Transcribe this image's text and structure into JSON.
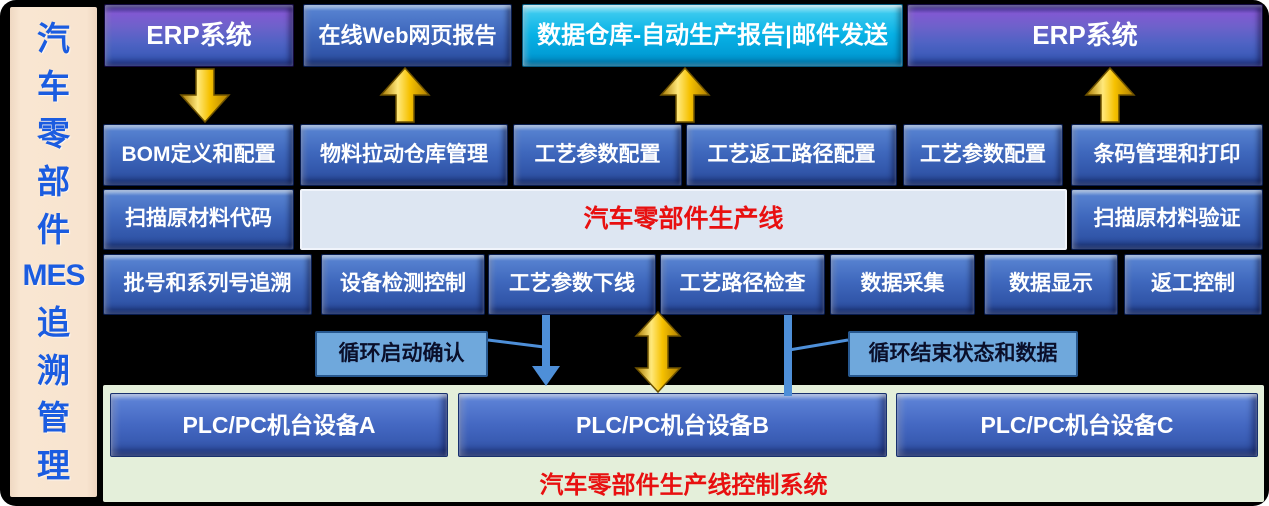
{
  "sidebar": {
    "title": "汽车零部件MES追溯管理",
    "chars": [
      "汽",
      "车",
      "零",
      "部",
      "件",
      "MES",
      "追",
      "溯",
      "管",
      "理"
    ]
  },
  "top_row": {
    "erp_left": "ERP系统",
    "web_report": "在线Web网页报告",
    "data_warehouse": "数据仓库-自动生产报告|邮件发送",
    "erp_right": "ERP系统"
  },
  "config_row": {
    "bom": "BOM定义和配置",
    "material_warehouse": "物料拉动仓库管理",
    "process_param_1": "工艺参数配置",
    "rework_path": "工艺返工路径配置",
    "process_param_2": "工艺参数配置",
    "barcode": "条码管理和打印"
  },
  "line_row": {
    "scan_material_code": "扫描原材料代码",
    "production_line": "汽车零部件生产线",
    "scan_material_verify": "扫描原材料验证"
  },
  "exec_row": {
    "batch_serial_trace": "批号和系列号追溯",
    "device_detect_control": "设备检测控制",
    "process_param_offline": "工艺参数下线",
    "process_route_check": "工艺路径检查",
    "data_collect": "数据采集",
    "data_display": "数据显示",
    "rework_control": "返工控制"
  },
  "connectors": {
    "cycle_start_confirm": "循环启动确认",
    "cycle_end_status": "循环结束状态和数据"
  },
  "plc": {
    "device_a": "PLC/PC机台设备A",
    "device_b": "PLC/PC机台设备B",
    "device_c": "PLC/PC机台设备C",
    "caption": "汽车零部件生产线控制系统"
  },
  "colors": {
    "background": "#000000",
    "sidebar_bg": "#f8e4cf",
    "sidebar_text": "#1b5ce0",
    "box_blue": "#3f68bd",
    "box_purple": "#7a5fd0",
    "box_cyan": "#07b2e6",
    "light_box_bg": "#dde6f2",
    "note_box_bg": "#6fa8dc",
    "green_panel_bg": "#e4efda",
    "red_text": "#e81010",
    "arrow_gold": "#f2b800",
    "arrow_blue": "#4e8fd8"
  }
}
